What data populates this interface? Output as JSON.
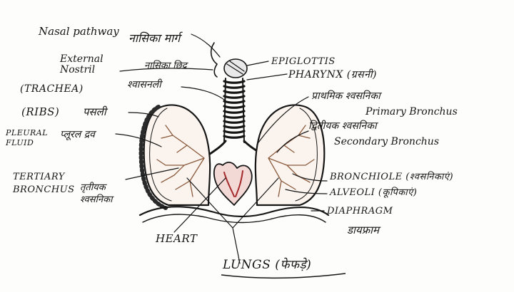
{
  "colors": {
    "ink": "#161616",
    "paper": "#fdfdfb",
    "lung_shade": "#b07a55",
    "heart_red": "#a3282a",
    "airway_grey": "#3a3a3a"
  },
  "labels": {
    "nasal_pathway_en": "Nasal pathway",
    "nasal_pathway_hi": "नासिका मार्ग",
    "external_nostril_en": "External Nostril",
    "external_nostril_hi": "नासिका छिद्र",
    "trachea_en": "(TRACHEA)",
    "trachea_hi": "श्वासनली",
    "ribs_en": "(RIBS)",
    "ribs_hi": "पसली",
    "pleural_fluid_en": "PLEURAL FLUID",
    "pleural_fluid_hi": "प्लूरल द्रव",
    "tertiary_bronchus_en": "TERTIARY BRONCHUS",
    "tertiary_bronchus_hi": "तृतीयक श्वसनिका",
    "epiglottis": "EPIGLOTTIS",
    "pharynx": "PHARYNX (ग्रसनी)",
    "primary_bronchus_hi": "प्राथमिक श्वसनिका",
    "primary_bronchus_en": "Primary Bronchus",
    "secondary_bronchus_hi": "द्वितीयक श्वसनिका",
    "secondary_bronchus_en": "Secondary Bronchus",
    "bronchiole": "BRONCHIOLE (श्वसनिकाएं)",
    "alveoli": "ALVEOLI (कूपिकाएं)",
    "diaphragm_en": "DIAPHRAGM",
    "diaphragm_hi": "डायफ्राम",
    "heart": "HEART",
    "lungs": "LUNGS (फेफड़े)"
  }
}
